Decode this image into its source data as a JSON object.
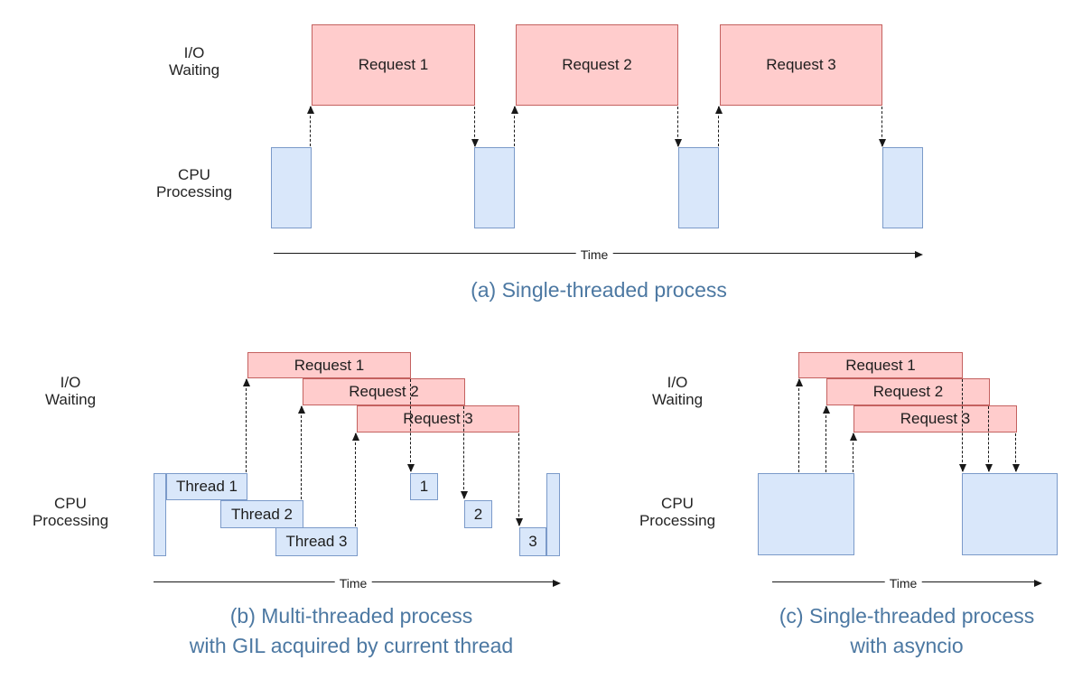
{
  "colors": {
    "request_fill": "#ffcccc",
    "request_stroke": "#c4615f",
    "cpu_fill": "#d9e7fa",
    "cpu_stroke": "#7b9ac9",
    "caption": "#4c78a2",
    "arrow": "#181818"
  },
  "panels": {
    "a": {
      "io_label": "I/O\nWaiting",
      "cpu_label": "CPU\nProcessing",
      "requests": [
        {
          "label": "Request 1"
        },
        {
          "label": "Request 2"
        },
        {
          "label": "Request 3"
        }
      ],
      "time_label": "Time",
      "caption": "(a) Single-threaded process"
    },
    "b": {
      "io_label": "I/O\nWaiting",
      "cpu_label": "CPU\nProcessing",
      "requests": [
        {
          "label": "Request 1"
        },
        {
          "label": "Request 2"
        },
        {
          "label": "Request 3"
        }
      ],
      "threads": [
        {
          "label": "Thread 1"
        },
        {
          "label": "Thread 2"
        },
        {
          "label": "Thread 3"
        }
      ],
      "completions": [
        {
          "label": "1"
        },
        {
          "label": "2"
        },
        {
          "label": "3"
        }
      ],
      "time_label": "Time",
      "caption_line1": "(b) Multi-threaded process",
      "caption_line2": "with GIL acquired by current thread"
    },
    "c": {
      "io_label": "I/O\nWaiting",
      "cpu_label": "CPU\nProcessing",
      "requests": [
        {
          "label": "Request 1"
        },
        {
          "label": "Request 2"
        },
        {
          "label": "Request 3"
        }
      ],
      "time_label": "Time",
      "caption_line1": "(c) Single-threaded process",
      "caption_line2": "with asyncio"
    }
  }
}
